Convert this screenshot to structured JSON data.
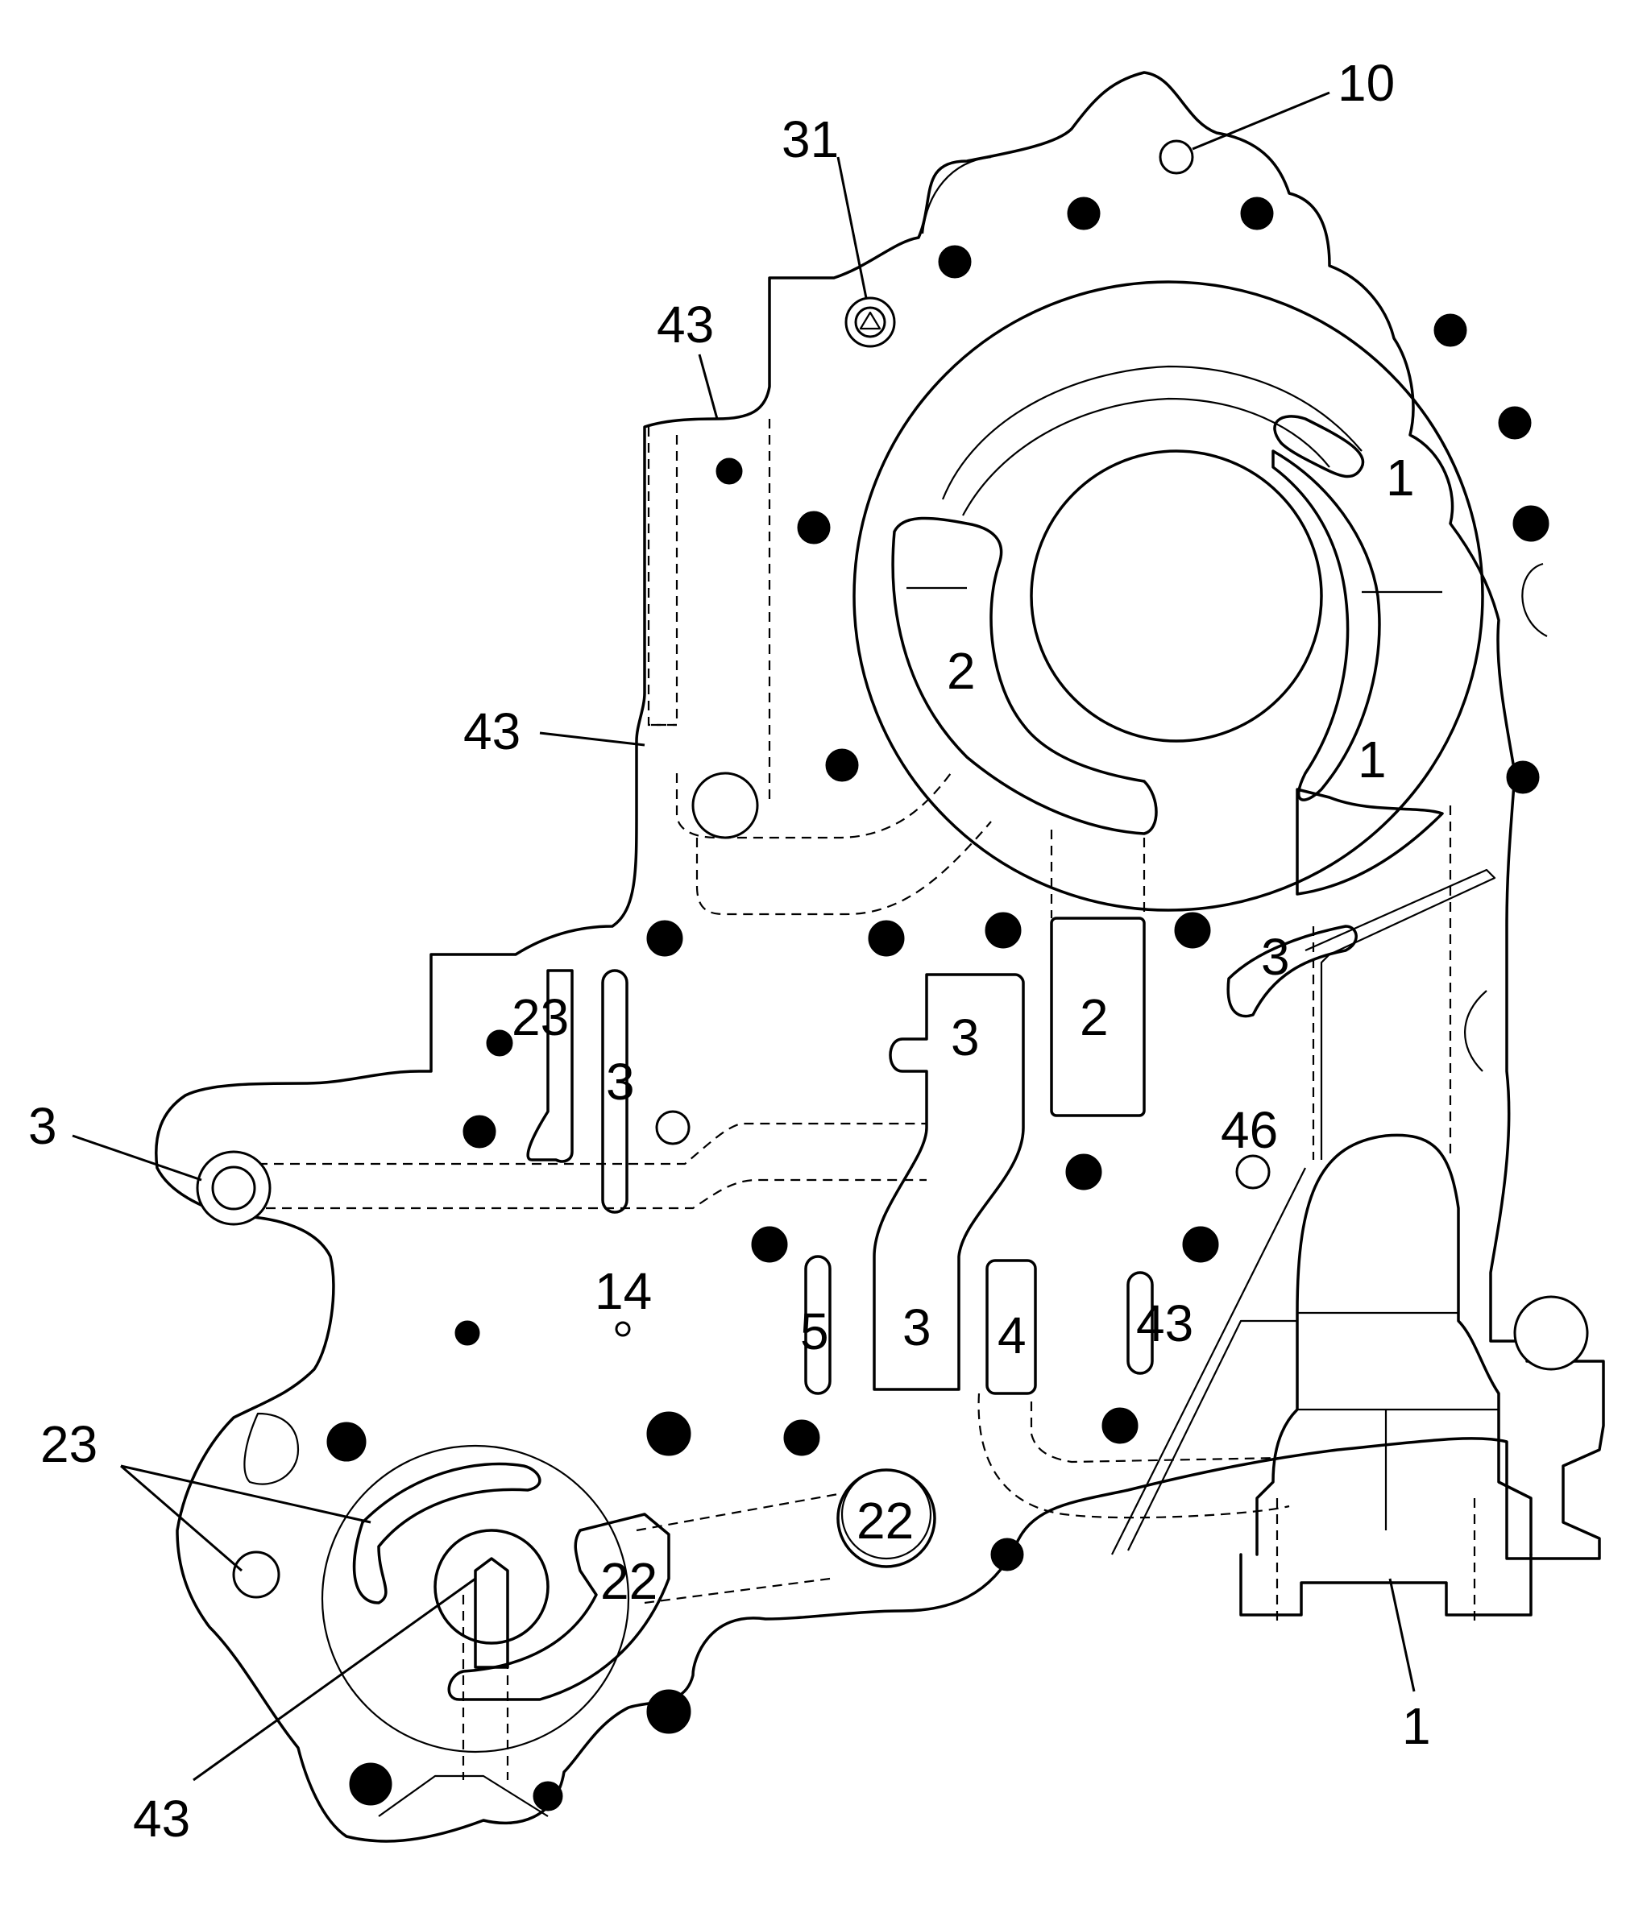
{
  "diagram": {
    "callouts": [
      {
        "id": "c10",
        "text": "10"
      },
      {
        "id": "c31",
        "text": "31"
      },
      {
        "id": "c43a",
        "text": "43"
      },
      {
        "id": "c1a",
        "text": "1"
      },
      {
        "id": "c2a",
        "text": "2"
      },
      {
        "id": "c43b",
        "text": "43"
      },
      {
        "id": "c1b",
        "text": "1"
      },
      {
        "id": "c3a",
        "text": "3"
      },
      {
        "id": "c2b",
        "text": "2"
      },
      {
        "id": "c23a",
        "text": "23"
      },
      {
        "id": "c3b",
        "text": "3"
      },
      {
        "id": "c3c",
        "text": "3"
      },
      {
        "id": "c3d",
        "text": "3"
      },
      {
        "id": "c46",
        "text": "46"
      },
      {
        "id": "c14",
        "text": "14"
      },
      {
        "id": "c5",
        "text": "5"
      },
      {
        "id": "c3e",
        "text": "3"
      },
      {
        "id": "c4",
        "text": "4"
      },
      {
        "id": "c43c",
        "text": "43"
      },
      {
        "id": "c23b",
        "text": "23"
      },
      {
        "id": "c22a",
        "text": "22"
      },
      {
        "id": "c22b",
        "text": "22"
      },
      {
        "id": "c43d",
        "text": "43"
      },
      {
        "id": "c1c",
        "text": "1"
      }
    ]
  }
}
